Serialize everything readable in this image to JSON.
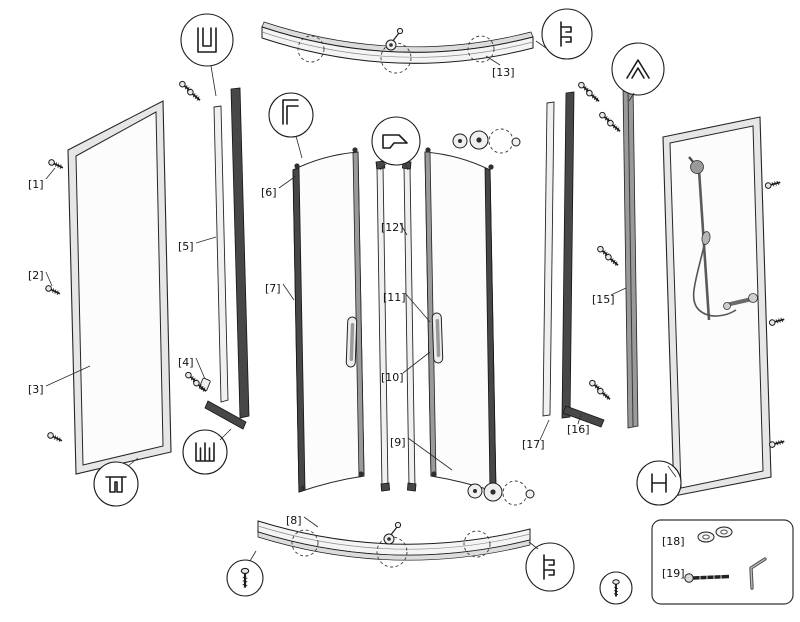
{
  "labels": {
    "p1": "[1]",
    "p2": "[2]",
    "p3": "[3]",
    "p4": "[4]",
    "p5": "[5]",
    "p6": "[6]",
    "p7": "[7]",
    "p8": "[8]",
    "p9": "[9]",
    "p10": "[10]",
    "p11": "[11]",
    "p12": "[12]",
    "p13": "[13]",
    "p15": "[15]",
    "p16": "[16]",
    "p17": "[17]",
    "p18": "[18]",
    "p19": "[19]"
  },
  "colors": {
    "background": "#ffffff",
    "line": "#1c1c1c",
    "glass": "#fcfcfc",
    "frame_light": "#e6e6e6",
    "profile_dark": "#474747",
    "metal_mid": "#9a9a9a"
  },
  "icons": {
    "callouts": [
      "wall-channel-profile-icon",
      "corner-profile-icon",
      "top-guide-bracket-icon",
      "roller-assembly-icon",
      "wall-bracket-icon",
      "corner-joint-icon",
      "seal-profile-icon",
      "bottom-profile-icon",
      "h-profile-icon",
      "screw-icon",
      "washer-icon",
      "bolt-icon",
      "allen-key-icon"
    ]
  }
}
